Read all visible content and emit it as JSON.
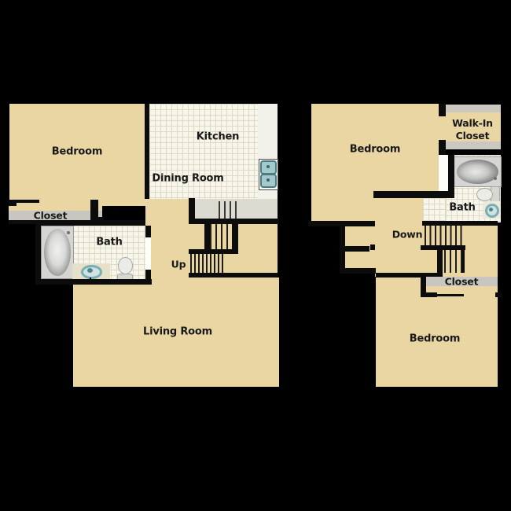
{
  "plan_first_floor": {
    "bedroom": "Bedroom",
    "kitchen": "Kitchen",
    "dining_room": "Dining Room",
    "closet": "Closet",
    "bath": "Bath",
    "stairs": "Up",
    "living_room": "Living Room"
  },
  "plan_second_floor": {
    "bedroom_top": "Bedroom",
    "walk_in_closet_line1": "Walk-In",
    "walk_in_closet_line2": "Closet",
    "bath": "Bath",
    "stairs": "Down",
    "closet": "Closet",
    "bedroom_bottom": "Bedroom"
  },
  "icons": {
    "bathtub": "bathtub-icon",
    "toilet": "toilet-icon",
    "sink": "sink-icon",
    "kitchen_sink": "kitchen-sink-icon",
    "stairs": "stair-treads"
  },
  "colors": {
    "background": "#000000",
    "floor_beige": "#e9d6a3",
    "tile_white": "#f8f5eb",
    "tile_grid": "#ded9c6",
    "wall_black": "#0c0c0c",
    "closet_gray": "#c8c6bf",
    "kitchen_counter_gray": "#dcdad1",
    "fixture_teal": "#79aeb3",
    "tub_gray": "#9d9d9b",
    "label_text": "#191919"
  }
}
